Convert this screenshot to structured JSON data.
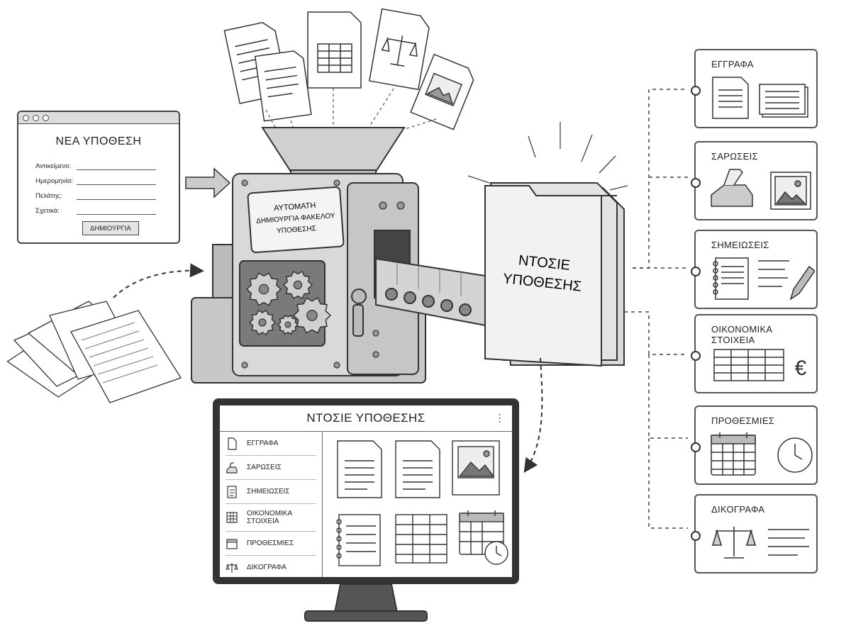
{
  "form": {
    "title": "ΝΕΑ ΥΠΟΘΕΣΗ",
    "fields": [
      "Αντικείμενο:",
      "Ημερομηνία:",
      "Πελάτης:",
      "Σχετικά:"
    ],
    "button": "ΔΗΜΙΟΥΡΓΙΑ"
  },
  "machine": {
    "label_lines": [
      "ΑΥΤΟΜΑΤΗ",
      "ΔΗΜΙΟΥΡΓΙΑ ΦΑΚΕΛΟΥ",
      "ΥΠΟΘΕΣΗΣ"
    ]
  },
  "folder": {
    "label_lines": [
      "ΝΤΟΣΙΕ",
      "ΥΠΟΘΕΣΗΣ"
    ]
  },
  "categories": [
    {
      "label": "ΕΓΓΡΑΦΑ",
      "icon": "document-icon"
    },
    {
      "label": "ΣΑΡΩΣΕΙΣ",
      "icon": "scanner-icon"
    },
    {
      "label": "ΣΗΜΕΙΩΣΕΙΣ",
      "icon": "notepad-icon"
    },
    {
      "label": "ΟΙΚΟΝΟΜΙΚΑ ΣΤΟΙΧΕΙΑ",
      "icon": "spreadsheet-icon"
    },
    {
      "label": "ΠΡΟΘΕΣΜΙΕΣ",
      "icon": "calendar-icon"
    },
    {
      "label": "ΔΙΚΟΓΡΑΦΑ",
      "icon": "scales-icon"
    }
  ],
  "monitor": {
    "title": "ΝΤΟΣΙΕ ΥΠΟΘΕΣΗΣ",
    "menu_glyph": "⋮",
    "sidebar": [
      {
        "label": "ΕΓΓΡΑΦΑ",
        "icon": "document-icon"
      },
      {
        "label": "ΣΑΡΩΣΕΙΣ",
        "icon": "scanner-icon"
      },
      {
        "label": "ΣΗΜΕΙΩΣΕΙΣ",
        "icon": "notepad-icon"
      },
      {
        "label": "ΟΙΚΟΝΟΜΙΚΑ ΣΤΟΙΧΕΙΑ",
        "icon": "spreadsheet-icon"
      },
      {
        "label": "ΠΡΟΘΕΣΜΙΕΣ",
        "icon": "calendar-icon"
      },
      {
        "label": "ΔΙΚΟΓΡΑΦΑ",
        "icon": "scales-icon"
      }
    ],
    "tiles": [
      "document-icon",
      "document-icon",
      "image-icon",
      "notepad-icon",
      "spreadsheet-icon",
      "calendar-clock-icon"
    ]
  },
  "colors": {
    "ink": "#333333",
    "paper": "#ffffff",
    "machine": "#d9d9d9"
  }
}
